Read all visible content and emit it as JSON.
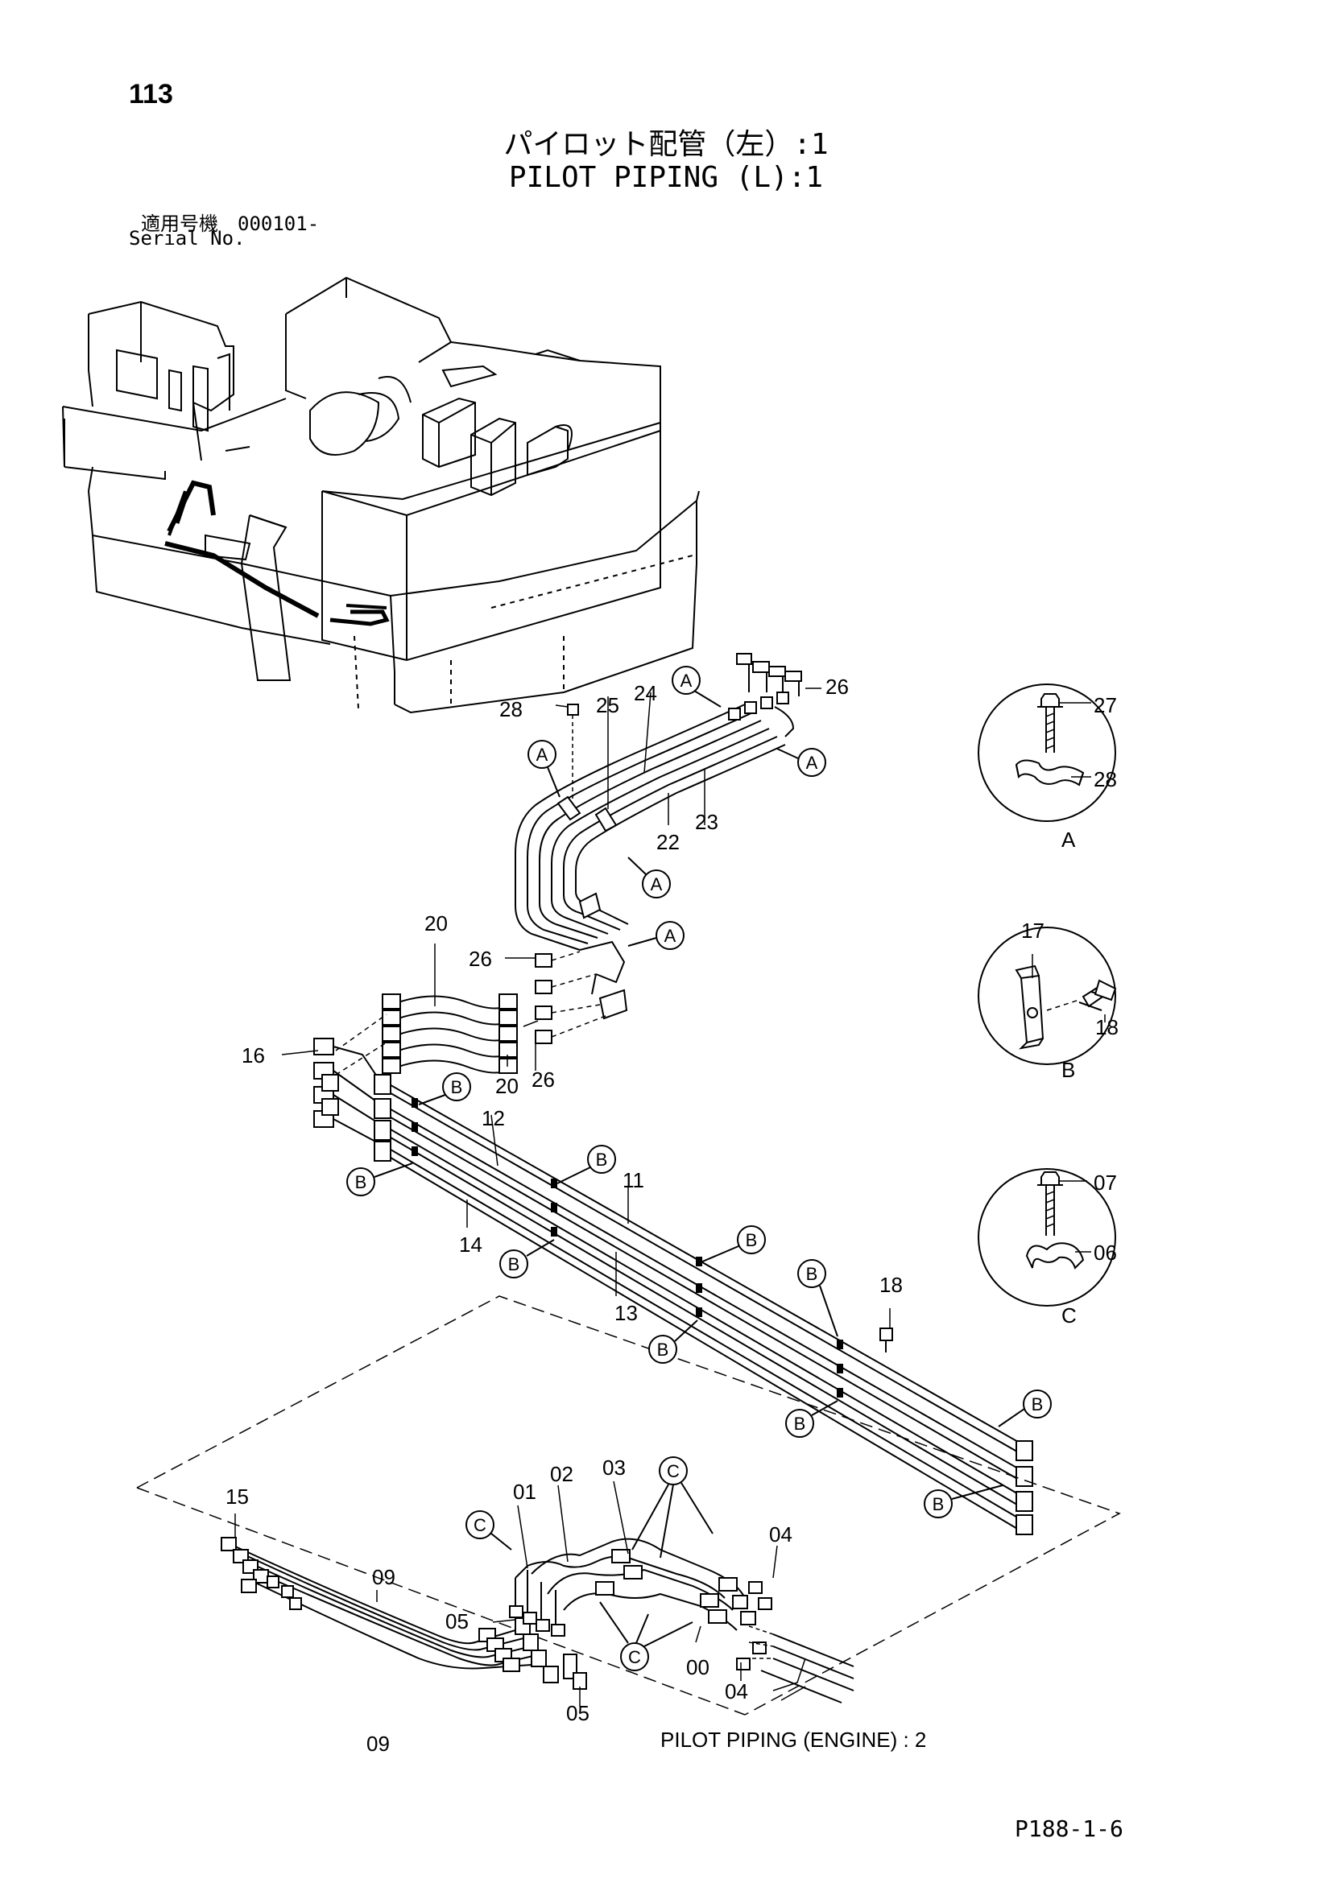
{
  "page_number": "113",
  "title_jp": "パイロット配管（左）:1",
  "title_en": "PILOT PIPING (L):1",
  "serial_jp": "適用号機　000101-",
  "serial_en": "Serial No.",
  "figure_code": "P188-1-6",
  "subassembly_caption": "PILOT PIPING (ENGINE) : 2",
  "detail_views": [
    {
      "letter": "A",
      "parts": [
        "27",
        "28"
      ]
    },
    {
      "letter": "B",
      "parts": [
        "17",
        "18"
      ]
    },
    {
      "letter": "C",
      "parts": [
        "07",
        "06"
      ]
    }
  ],
  "part_labels": {
    "p28": "28",
    "p25": "25",
    "p24": "24",
    "p26": "26",
    "p23": "23",
    "p22": "22",
    "p20": "20",
    "p16": "16",
    "p12": "12",
    "p11": "11",
    "p14": "14",
    "p13": "13",
    "p18": "18",
    "p15": "15",
    "p09": "09",
    "p01": "01",
    "p02": "02",
    "p03": "03",
    "p05": "05",
    "p04": "04",
    "p00": "00"
  },
  "callout_letters": {
    "a": "A",
    "b": "B",
    "c": "C"
  }
}
